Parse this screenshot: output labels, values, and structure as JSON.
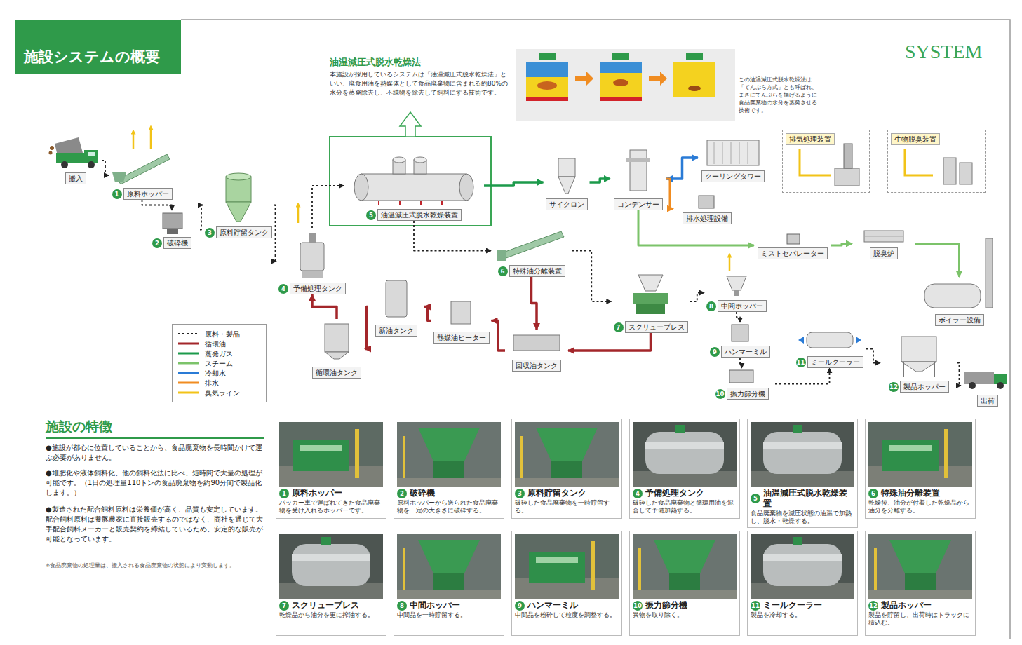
{
  "diagram": {
    "title": "施設システムの概要",
    "nodes": [
      {
        "text": [
          "搬入"
        ]
      },
      {
        "text": [
          "1",
          "原料ホッパー"
        ]
      },
      {
        "text": [
          "2",
          "破砕機"
        ]
      },
      {
        "text": [
          "3",
          "原料貯留タンク"
        ]
      },
      {
        "text": [
          "4",
          "予備処理タンク"
        ]
      },
      {
        "text": [
          "5",
          "油温減圧式脱水乾燥装置"
        ]
      },
      {
        "text": [
          "6",
          "特殊油分離装置"
        ]
      },
      {
        "text": [
          "サイクロン"
        ]
      },
      {
        "text": [
          "コンデンサー"
        ]
      },
      {
        "text": [
          "クーリングタワー"
        ]
      },
      {
        "text": [
          "排水処理設備"
        ]
      },
      {
        "text": [
          "排気処理装置"
        ]
      },
      {
        "text": [
          "生物脱臭装置"
        ]
      },
      {
        "text": [
          "ミストセパレーター"
        ]
      },
      {
        "text": [
          "脱臭炉"
        ]
      },
      {
        "text": [
          "ボイラー設備"
        ]
      },
      {
        "text": [
          "7",
          "スクリュープレス"
        ]
      },
      {
        "text": [
          "8",
          "中間ホッパー"
        ]
      },
      {
        "text": [
          "9",
          "ハンマーミル"
        ]
      },
      {
        "text": [
          "10",
          "振力篩分機"
        ]
      },
      {
        "text": [
          "11",
          "ミールクーラー"
        ]
      },
      {
        "text": [
          "12",
          "製品ホッパー"
        ]
      },
      {
        "text": [
          "出荷"
        ]
      },
      {
        "text": [
          "循環油タンク"
        ]
      },
      {
        "text": [
          "新油タンク"
        ]
      },
      {
        "text": [
          "熱媒油ヒーター"
        ]
      },
      {
        "text": [
          "回収油タンク"
        ]
      },
      {
        "text": [
          "1",
          "原料ホッパー",
          "パッカー車で運ばれてきた食品廃棄物を受け入れるホッパーです。"
        ]
      },
      {
        "text": [
          "2",
          "破砕機",
          "原料ホッパーから送られた食品廃棄物を一定の大きさに破砕する。"
        ]
      },
      {
        "text": [
          "3",
          "原料貯留タンク",
          "破砕した食品廃棄物を一時貯留する。"
        ]
      },
      {
        "text": [
          "4",
          "予備処理タンク",
          "破砕した食品廃棄物と循環用油を混合して予備加熱する。"
        ]
      },
      {
        "text": [
          "5",
          "油温減圧式脱水乾燥装置",
          "食品廃棄物を減圧状態の油温で加熱し、脱水・乾燥する。"
        ]
      },
      {
        "text": [
          "6",
          "特殊油分離装置",
          "乾燥後、油分が付着した乾燥品から油分を分離する。"
        ]
      },
      {
        "text": [
          "7",
          "スクリュープレス",
          "乾燥品から油分を更に搾油する。"
        ]
      },
      {
        "text": [
          "8",
          "中間ホッパー",
          "中間品を一時貯留する。"
        ]
      },
      {
        "text": [
          "9",
          "ハンマーミル",
          "中間品を粉砕して粒度を調整する。"
        ]
      },
      {
        "text": [
          "10",
          "振力篩分機",
          "異物を取り除く。"
        ]
      },
      {
        "text": [
          "11",
          "ミールクーラー",
          "製品を冷却する。"
        ]
      },
      {
        "text": [
          "12",
          "製品ホッパー",
          "製品を貯留し、出荷時はトラックに積込む。"
        ]
      }
    ],
    "edges": [
      {
        "from": 0,
        "to": 1,
        "arrow": "to"
      },
      {
        "from": 1,
        "to": 2,
        "arrow": "to"
      },
      {
        "from": 2,
        "to": 3,
        "arrow": "to"
      },
      {
        "from": 3,
        "to": 4,
        "arrow": "to"
      },
      {
        "from": 4,
        "to": 5,
        "arrow": "to"
      },
      {
        "from": 5,
        "to": 6,
        "arrow": "to"
      },
      {
        "from": 6,
        "to": 16,
        "arrow": "to"
      },
      {
        "from": 16,
        "to": 17,
        "arrow": "to"
      },
      {
        "from": 17,
        "to": 18,
        "arrow": "to"
      },
      {
        "from": 18,
        "to": 19,
        "arrow": "to"
      },
      {
        "from": 19,
        "to": 20,
        "arrow": "to"
      },
      {
        "from": 20,
        "to": 21,
        "arrow": "to"
      },
      {
        "from": 21,
        "to": 22,
        "arrow": "to"
      },
      {
        "from": 5,
        "to": 7,
        "arrow": "to"
      },
      {
        "from": 7,
        "to": 8,
        "arrow": "to"
      },
      {
        "from": 8,
        "to": 9,
        "arrow": "both"
      },
      {
        "from": 8,
        "to": 10,
        "arrow": "to"
      },
      {
        "from": 8,
        "to": 13,
        "arrow": "to"
      },
      {
        "from": 13,
        "to": 14,
        "arrow": "to"
      },
      {
        "from": 14,
        "to": 15,
        "arrow": "to"
      },
      {
        "from": 16,
        "to": 26,
        "arrow": "to"
      },
      {
        "from": 26,
        "to": 25,
        "arrow": "to"
      },
      {
        "from": 25,
        "to": 24,
        "arrow": "to"
      },
      {
        "from": 24,
        "to": 23,
        "arrow": "to"
      },
      {
        "from": 23,
        "to": 4,
        "arrow": "to"
      },
      {
        "from": 6,
        "to": 26,
        "arrow": "to"
      }
    ],
    "labels": [
      "SYSTEM",
      "油温減圧式脱水乾燥法",
      "本施設が採用しているシステムは「油温減圧式脱水乾燥法」といい、廃食用油を熱媒体として食品廃棄物に含まれる約80%の水分を蒸発除去し、不純物を除去して飼料にする技術です。",
      "この油温減圧式脱水乾燥法は「てんぷら方式」とも呼ばれ、まさにてんぷらを揚げるように食品廃棄物の水分を蒸発させる技術です。",
      "施設の特徴",
      "●施設が都心に位置していることから、食品廃棄物を長時間かけて運ぶ必要がありません。",
      "●堆肥化や液体飼料化、他の飼料化法に比べ、短時間で大量の処理が可能です。（1日の処理量110トンの食品廃棄物を約90分間で製品化します。）",
      "●製造された配合飼料原料は栄養価が高く、品質も安定しています。配合飼料原料は養豚農家に直接販売するのではなく、商社を通じて大手配合飼料メーカーと販売契約を締結しているため、安定的な販売が可能となっています。",
      "※食品廃棄物の処理量は、搬入される食品廃棄物の状態により変動します。"
    ],
    "legend": [
      {
        "text": "原料・製品"
      },
      {
        "text": "循環油"
      },
      {
        "text": "蒸発ガス"
      },
      {
        "text": "スチーム"
      },
      {
        "text": "冷却水"
      },
      {
        "text": "排水"
      },
      {
        "text": "臭気ライン"
      }
    ]
  }
}
